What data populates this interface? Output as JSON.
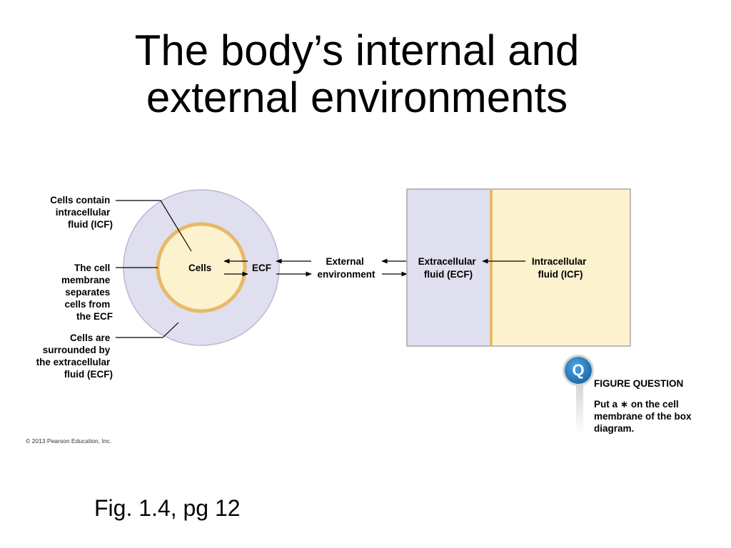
{
  "slide": {
    "title_line1": "The body’s internal and",
    "title_line2": "external environments",
    "caption": "Fig. 1.4, pg 12",
    "credit": "© 2013 Pearson Education, Inc."
  },
  "diagram": {
    "left_labels": {
      "icf_line1": "Cells contain",
      "icf_line2": "intracellular",
      "icf_line3": "fluid (ICF)",
      "membrane_line1": "The cell",
      "membrane_line2": "membrane",
      "membrane_line3": "separates",
      "membrane_line4": "cells from",
      "membrane_line5": "the ECF",
      "ecf_line1": "Cells are",
      "ecf_line2": "surrounded by",
      "ecf_line3": "the extracellular",
      "ecf_line4": "fluid (ECF)"
    },
    "circle_labels": {
      "cells": "Cells",
      "ecf": "ECF"
    },
    "external_line1": "External",
    "external_line2": "environment",
    "box_labels": {
      "ecf_line1": "Extracellular",
      "ecf_line2": "fluid (ECF)",
      "icf_line1": "Intracellular",
      "icf_line2": "fluid (ICF)"
    },
    "colors": {
      "ecf_fill": "#e0dff0",
      "icf_fill": "#fdf2ce",
      "membrane": "#e8b968",
      "outline": "#a7a7a7"
    }
  },
  "figure_question": {
    "badge": "Q",
    "title": "FIGURE QUESTION",
    "text": "Put a ∗ on the cell membrane of the box diagram."
  }
}
